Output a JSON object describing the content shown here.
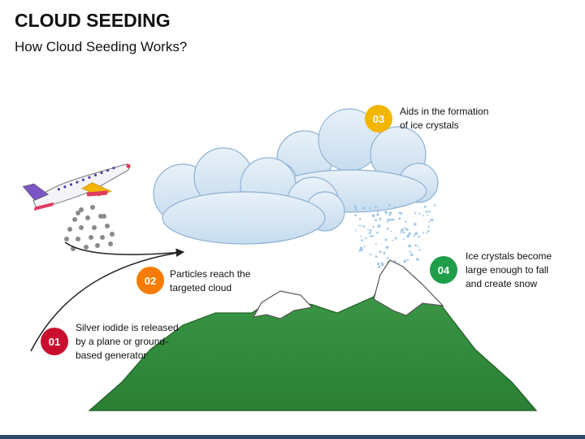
{
  "title": "CLOUD SEEDING",
  "subtitle": "How Cloud Seeding Works?",
  "steps": [
    {
      "number": "01",
      "lines": [
        "Silver iodide is released",
        "by a plane or ground-",
        "based generator"
      ],
      "color": "#c8102e"
    },
    {
      "number": "02",
      "lines": [
        "Particles reach the",
        "targeted cloud"
      ],
      "color": "#f57c00"
    },
    {
      "number": "03",
      "lines": [
        "Aids in the formation",
        "of ice crystals"
      ],
      "color": "#f2b600"
    },
    {
      "number": "04",
      "lines": [
        "Ice crystals become",
        "large enough to fall",
        "and create snow"
      ],
      "color": "#1f9e4a"
    }
  ],
  "colors": {
    "mountain": "#2e8b3a",
    "cloud": "#dbe9f5",
    "snow_cap": "#ffffff",
    "crystals": "#9ec5e6",
    "bottom_bar": "#2e4a6b"
  }
}
